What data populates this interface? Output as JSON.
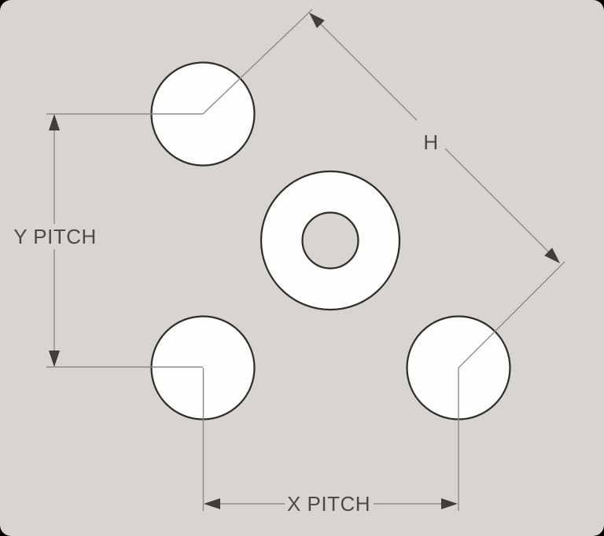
{
  "labels": {
    "y_pitch": "Y PITCH",
    "x_pitch": "X PITCH",
    "hypotenuse": "H"
  },
  "colors": {
    "page_background": "#000000",
    "drawing_background": "#d8d5d0",
    "hole_fill": "#fdfdfc",
    "outline": "#2f2e2b",
    "dimension_line": "#8e8c87",
    "arrowhead": "#3f3e3b",
    "label_text": "#4b4a47"
  }
}
